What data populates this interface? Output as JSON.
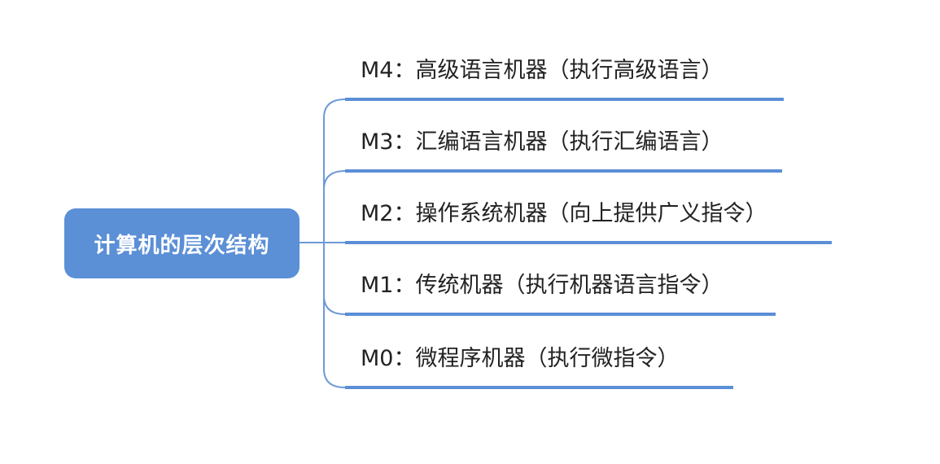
{
  "root": {
    "label": "计算机的层次结构"
  },
  "branches": [
    {
      "label": "M4：高级语言机器（执行高级语言）"
    },
    {
      "label": "M3：汇编语言机器（执行汇编语言）"
    },
    {
      "label": "M2：操作系统机器（向上提供广义指令）"
    },
    {
      "label": "M1：传统机器（执行机器语言指令）"
    },
    {
      "label": "M0：微程序机器（执行微指令）"
    }
  ],
  "colors": {
    "node_fill": "#5b8fd6",
    "line": "#5b8fd6",
    "connector": "#6d9ad8",
    "text": "#222222"
  }
}
